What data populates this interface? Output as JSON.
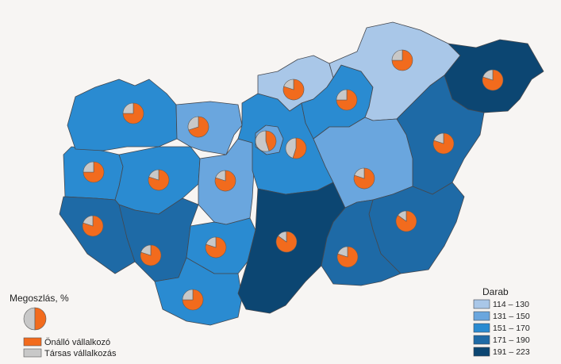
{
  "legend_split": {
    "title": "Megoszlás, %",
    "items": [
      {
        "label": "Önálló vállalkozó",
        "color": "#f26b1d"
      },
      {
        "label": "Társas vállalkozás",
        "color": "#c8c8c8"
      }
    ]
  },
  "legend_classes": {
    "title": "Darab",
    "items": [
      {
        "label": "114 – 130",
        "color": "#a9c7e8"
      },
      {
        "label": "131 – 150",
        "color": "#6aa6de"
      },
      {
        "label": "151 – 170",
        "color": "#2a8bd1"
      },
      {
        "label": "171 – 190",
        "color": "#1e6aa6"
      },
      {
        "label": "191 – 223",
        "color": "#0c4672"
      }
    ]
  },
  "colors": {
    "background": "#f7f5f3",
    "border": "#44484f",
    "self_employed": "#f26b1d",
    "company": "#c8c8c8"
  },
  "regions": [
    {
      "id": "gyor",
      "class": 2,
      "self_employed_pct": 75
    },
    {
      "id": "komarom",
      "class": 1,
      "self_employed_pct": 70
    },
    {
      "id": "vas",
      "class": 2,
      "self_employed_pct": 75
    },
    {
      "id": "veszprem",
      "class": 2,
      "self_employed_pct": 80
    },
    {
      "id": "fejer",
      "class": 1,
      "self_employed_pct": 80
    },
    {
      "id": "zala",
      "class": 3,
      "self_employed_pct": 80
    },
    {
      "id": "somogy",
      "class": 3,
      "self_employed_pct": 80
    },
    {
      "id": "tolna",
      "class": 2,
      "self_employed_pct": 80
    },
    {
      "id": "baranya",
      "class": 2,
      "self_employed_pct": 75
    },
    {
      "id": "pest",
      "class": 2,
      "self_employed_pct": 55
    },
    {
      "id": "budapest",
      "class": 1,
      "self_employed_pct": 45
    },
    {
      "id": "nograd",
      "class": 0,
      "self_employed_pct": 80
    },
    {
      "id": "heves",
      "class": 2,
      "self_employed_pct": 75
    },
    {
      "id": "borsod",
      "class": 0,
      "self_employed_pct": 75
    },
    {
      "id": "szabolcs",
      "class": 4,
      "self_employed_pct": 80
    },
    {
      "id": "hajdu",
      "class": 3,
      "self_employed_pct": 80
    },
    {
      "id": "szolnok",
      "class": 1,
      "self_employed_pct": 80
    },
    {
      "id": "bekes",
      "class": 3,
      "self_employed_pct": 85
    },
    {
      "id": "csongrad",
      "class": 3,
      "self_employed_pct": 80
    },
    {
      "id": "bacs",
      "class": 4,
      "self_employed_pct": 85
    }
  ]
}
